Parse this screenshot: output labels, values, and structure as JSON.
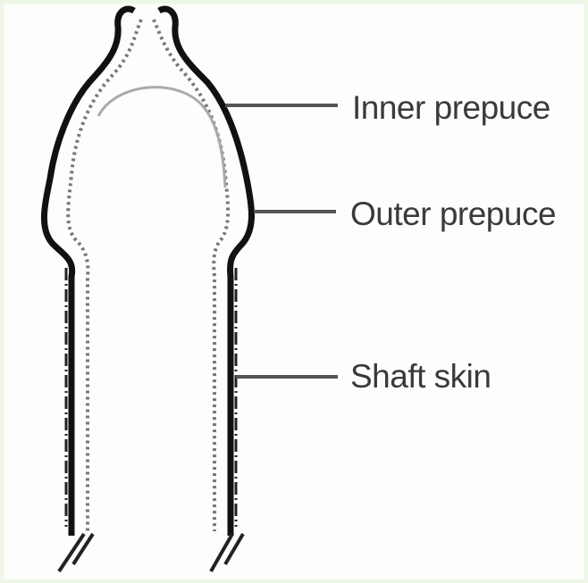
{
  "labels": {
    "inner_prepuce": "Inner prepuce",
    "outer_prepuce": "Outer prepuce",
    "shaft_skin": "Shaft skin"
  },
  "colors": {
    "line": "#111111",
    "leader": "#555555",
    "inner_dots": "#777777",
    "frame": "#eef6e6"
  }
}
